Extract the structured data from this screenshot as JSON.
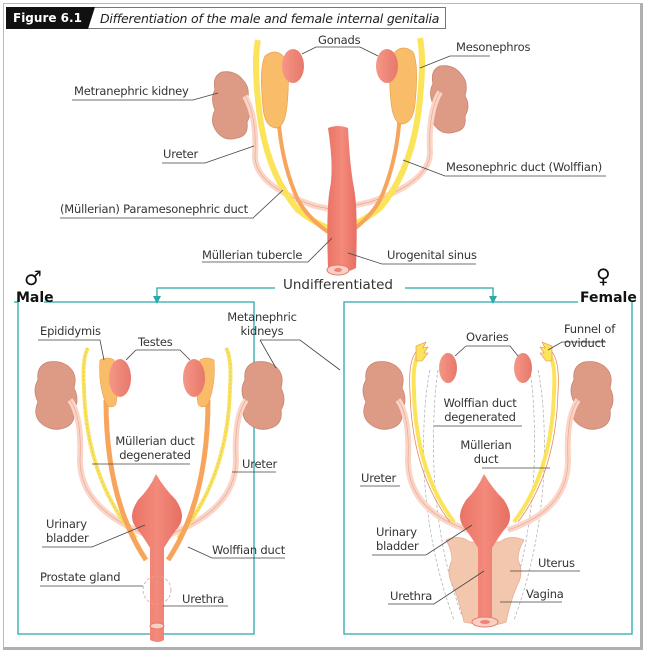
{
  "figure": {
    "number": "Figure 6.1",
    "title": "Differentiation of the male and female internal genitalia"
  },
  "colors": {
    "kidney": "#dd9a84",
    "gonad": "#ef8577",
    "mesonephros": "#f9bd6a",
    "wolffian": "#fbe35a",
    "mullerian": "#f7a55c",
    "ureter": "#fbd6c8",
    "sinus": "#ee7f70",
    "uterus": "#f3c7ad",
    "teal": "#2aa9a9",
    "leader": "#444444"
  },
  "top": {
    "labels": {
      "gonads": "Gonads",
      "mesonephros": "Mesonephros",
      "metanephric_kidney": "Metranephric kidney",
      "ureter": "Ureter",
      "mesonephric_duct": "Mesonephric duct (Wolffian)",
      "paramesonephric_duct": "(Müllerian) Paramesonephric duct",
      "mullerian_tubercle": "Müllerian tubercle",
      "urogenital_sinus": "Urogenital sinus"
    }
  },
  "branch": {
    "undifferentiated": "Undifferentiated",
    "male_symbol": "♂",
    "male_label": "Male",
    "female_symbol": "♀",
    "female_label": "Female"
  },
  "male": {
    "labels": {
      "epididymis": "Epididymis",
      "testes": "Testes",
      "metanephric_kidneys_1": "Metanephric",
      "metanephric_kidneys_2": "kidneys",
      "mullerian_degenerated_1": "Müllerian duct",
      "mullerian_degenerated_2": "degenerated",
      "ureter": "Ureter",
      "urinary_bladder_1": "Urinary",
      "urinary_bladder_2": "bladder",
      "wolffian_duct": "Wolffian duct",
      "prostate_gland": "Prostate gland",
      "urethra": "Urethra"
    }
  },
  "female": {
    "labels": {
      "ovaries": "Ovaries",
      "funnel_1": "Funnel of",
      "funnel_2": "oviduct",
      "wolffian_degenerated_1": "Wolffian duct",
      "wolffian_degenerated_2": "degenerated",
      "mullerian_duct_1": "Müllerian",
      "mullerian_duct_2": "duct",
      "ureter": "Ureter",
      "urinary_bladder_1": "Urinary",
      "urinary_bladder_2": "bladder",
      "uterus": "Uterus",
      "urethra": "Urethra",
      "vagina": "Vagina"
    }
  }
}
